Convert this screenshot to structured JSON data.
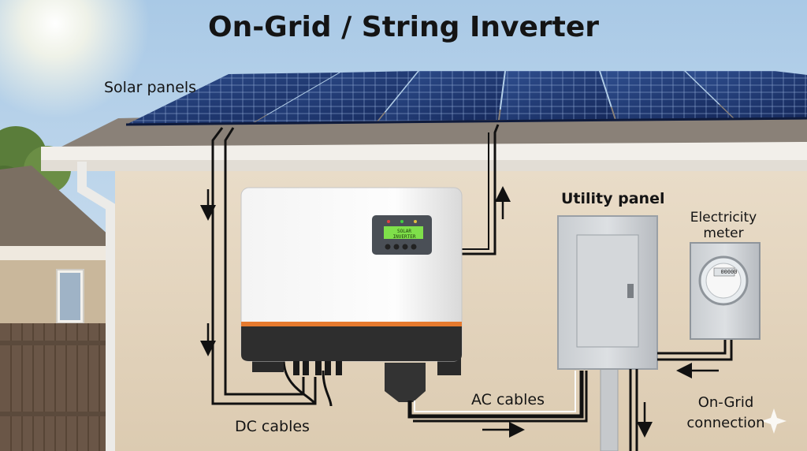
{
  "title": "On-Grid / String Inverter",
  "labels": {
    "solar_panels": "Solar panels",
    "utility_panel": "Utility panel",
    "electricity_meter": "Electricity meter",
    "ac_cables": "AC cables",
    "dc_cables": "DC cables",
    "on_grid_connection": "On-Grid connection"
  },
  "inverter": {
    "display_text": "SOLAR INVERTER"
  },
  "meter": {
    "reading": "00000"
  },
  "icons": [
    "sun-icon",
    "flow-arrow-icon",
    "sparkle-icon"
  ]
}
